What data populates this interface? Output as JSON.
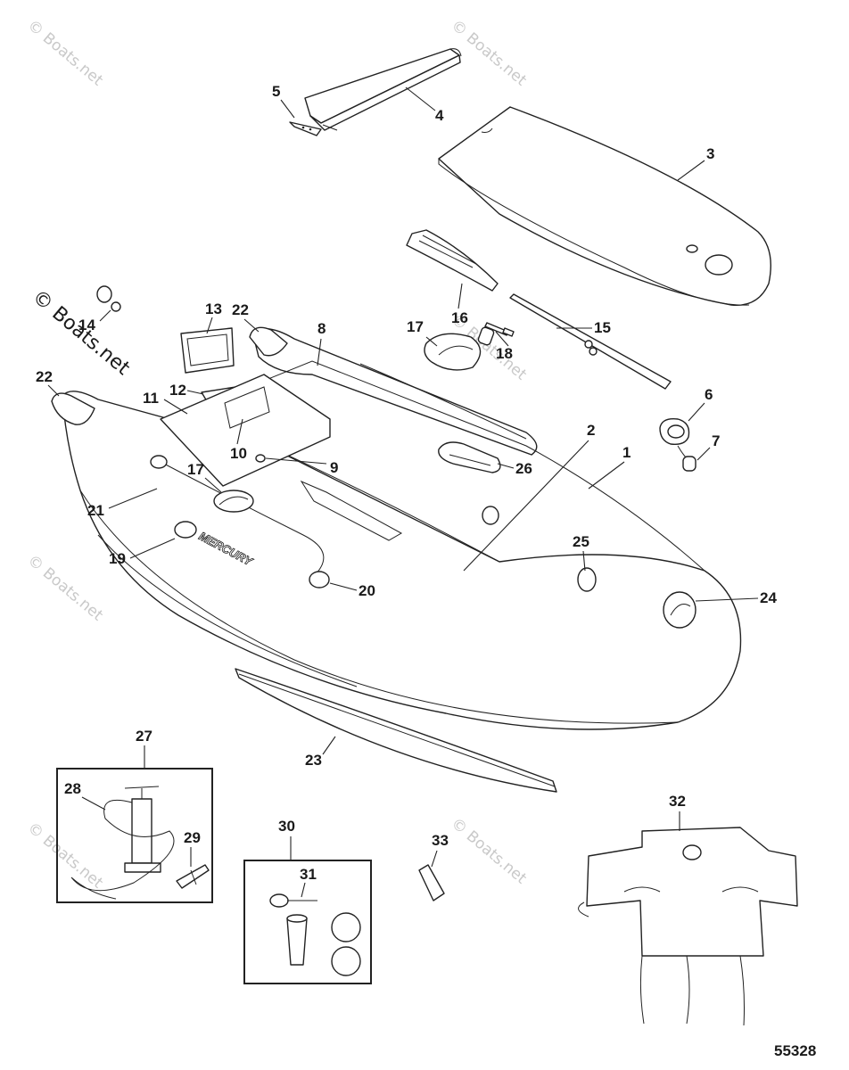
{
  "figure_number": "55328",
  "watermark_text": "© Boats.net",
  "callouts": [
    "1",
    "2",
    "3",
    "4",
    "5",
    "6",
    "7",
    "8",
    "9",
    "10",
    "11",
    "12",
    "13",
    "14",
    "15",
    "16",
    "17",
    "17",
    "18",
    "19",
    "20",
    "21",
    "22",
    "22",
    "23",
    "24",
    "25",
    "26",
    "27",
    "28",
    "29",
    "30",
    "31",
    "32",
    "33"
  ],
  "logo_text": "MERCURY"
}
